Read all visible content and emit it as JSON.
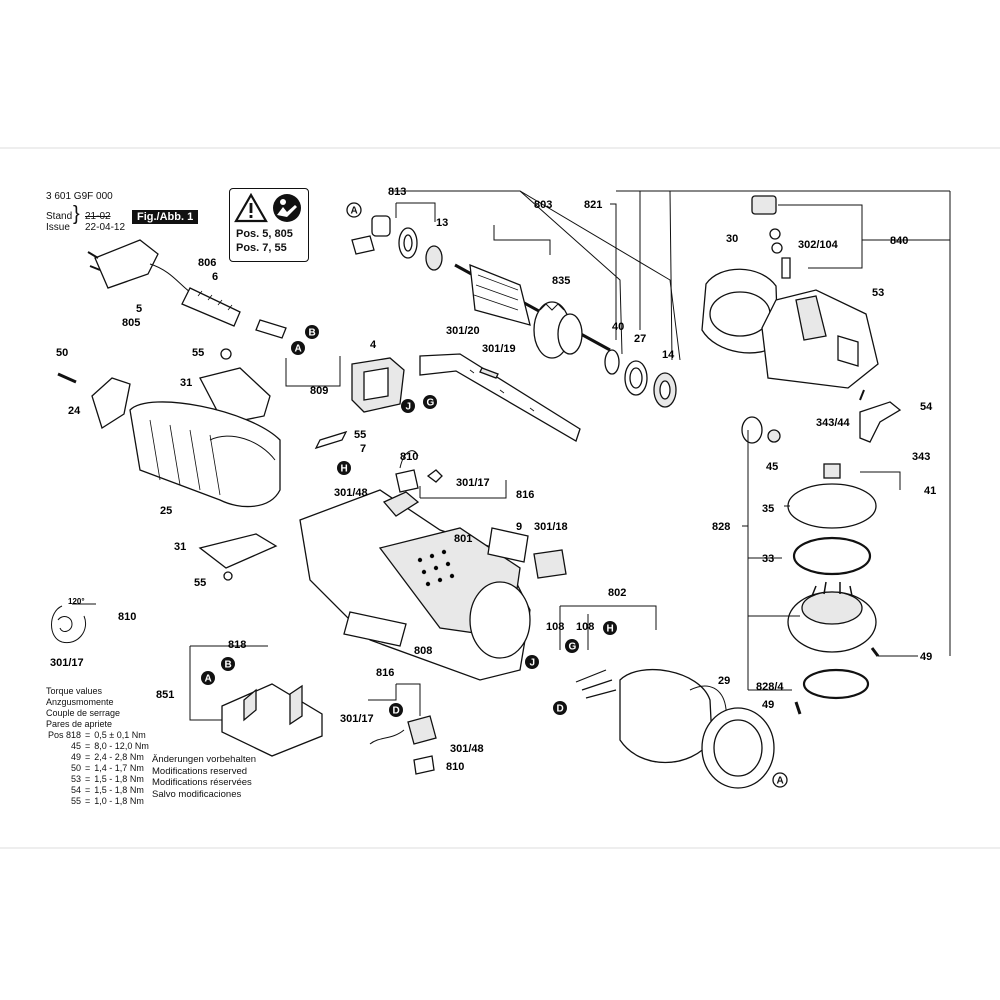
{
  "header": {
    "doc_number": "3 601 G9F 000",
    "stand_label": "Stand",
    "issue_label": "Issue",
    "stand_value": "21-02",
    "issue_value": "22-04-12",
    "fig_label": "Fig./Abb. 1"
  },
  "warning_box": {
    "line1": "Pos. 5, 805",
    "line2": "Pos. 7, 55",
    "icons": [
      "warning-triangle-icon",
      "read-manual-icon"
    ]
  },
  "torque": {
    "title": [
      "Torque values",
      "Anzgusmomente",
      "Couple de serrage",
      "Pares de apriete"
    ],
    "rows": [
      {
        "pos": "Pos 818",
        "eq": "=",
        "value": "0,5 ± 0,1 Nm"
      },
      {
        "pos": "45",
        "eq": "=",
        "value": "8,0 - 12,0 Nm"
      },
      {
        "pos": "49",
        "eq": "=",
        "value": "2,4 - 2,8 Nm"
      },
      {
        "pos": "50",
        "eq": "=",
        "value": "1,4 - 1,7 Nm"
      },
      {
        "pos": "53",
        "eq": "=",
        "value": "1,5 - 1,8 Nm"
      },
      {
        "pos": "54",
        "eq": "=",
        "value": "1,5 - 1,8 Nm"
      },
      {
        "pos": "55",
        "eq": "=",
        "value": "1,0 - 1,8 Nm"
      }
    ]
  },
  "notes": [
    "Änderungen vorbehalten",
    "Modifications reserved",
    "Modifications réservées",
    "Salvo modificaciones"
  ],
  "angle_label": "120°",
  "callouts": {
    "c813": "813",
    "c803": "803",
    "c821": "821",
    "c13": "13",
    "c835": "835",
    "c30": "30",
    "c302_104": "302/104",
    "c840": "840",
    "c53": "53",
    "c806": "806",
    "c6": "6",
    "c5": "5",
    "c805": "805",
    "c40": "40",
    "c27": "27",
    "c14": "14",
    "c301_20": "301/20",
    "c301_19": "301/19",
    "c4": "4",
    "c50": "50",
    "c55a": "55",
    "c31a": "31",
    "c809": "809",
    "c24": "24",
    "c25": "25",
    "c55b": "55",
    "c7": "7",
    "c810a": "810",
    "c301_48a": "301/48",
    "c301_17a": "301/17",
    "c816a": "816",
    "c801": "801",
    "c9": "9",
    "c301_18": "301/18",
    "c31b": "31",
    "c55c": "55",
    "c343_44": "343/44",
    "c54": "54",
    "c45": "45",
    "c343": "343",
    "c41": "41",
    "c828": "828",
    "c35": "35",
    "c33": "33",
    "c49a": "49",
    "c828_4": "828/4",
    "c49b": "49",
    "c29": "29",
    "c802": "802",
    "c108a": "108",
    "c108b": "108",
    "c810b": "810",
    "c301_17b": "301/17",
    "c818": "818",
    "c851": "851",
    "c808": "808",
    "c816b": "816",
    "c301_17c": "301/17",
    "c301_48b": "301/48",
    "c810c": "810"
  },
  "connectors": {
    "A": "A",
    "B": "B",
    "D": "D",
    "G": "G",
    "H": "H",
    "J": "J"
  },
  "colors": {
    "ink": "#111111",
    "paper": "#ffffff",
    "marker": "#111111"
  }
}
